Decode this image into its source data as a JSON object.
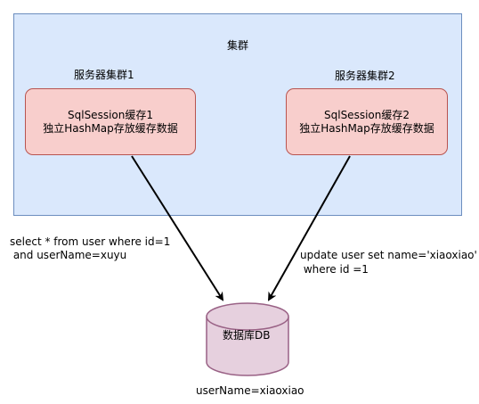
{
  "cluster": {
    "title": "集群",
    "server1_label": "服务器集群1",
    "server2_label": "服务器集群2",
    "fill_color": "#dae8fc",
    "stroke_color": "#6c8ebf"
  },
  "nodes": {
    "session1": {
      "line1": "SqlSession缓存1",
      "line2": "独立HashMap存放缓存数据"
    },
    "session2": {
      "line1": "SqlSession缓存2",
      "line2": "独立HashMap存放缓存数据"
    },
    "fill_color": "#f8cecc",
    "stroke_color": "#b85450"
  },
  "database": {
    "label": "数据库DB",
    "fill_color": "#e6d0de",
    "stroke_color": "#996185"
  },
  "edges": {
    "left_query": {
      "line1": "select * from user where id=1",
      "line2": " and userName=xuyu"
    },
    "right_query": {
      "line1": "update user set name='xiaoxiao'",
      "line2": " where id =1"
    }
  },
  "footer_note": "userName=xiaoxiao"
}
